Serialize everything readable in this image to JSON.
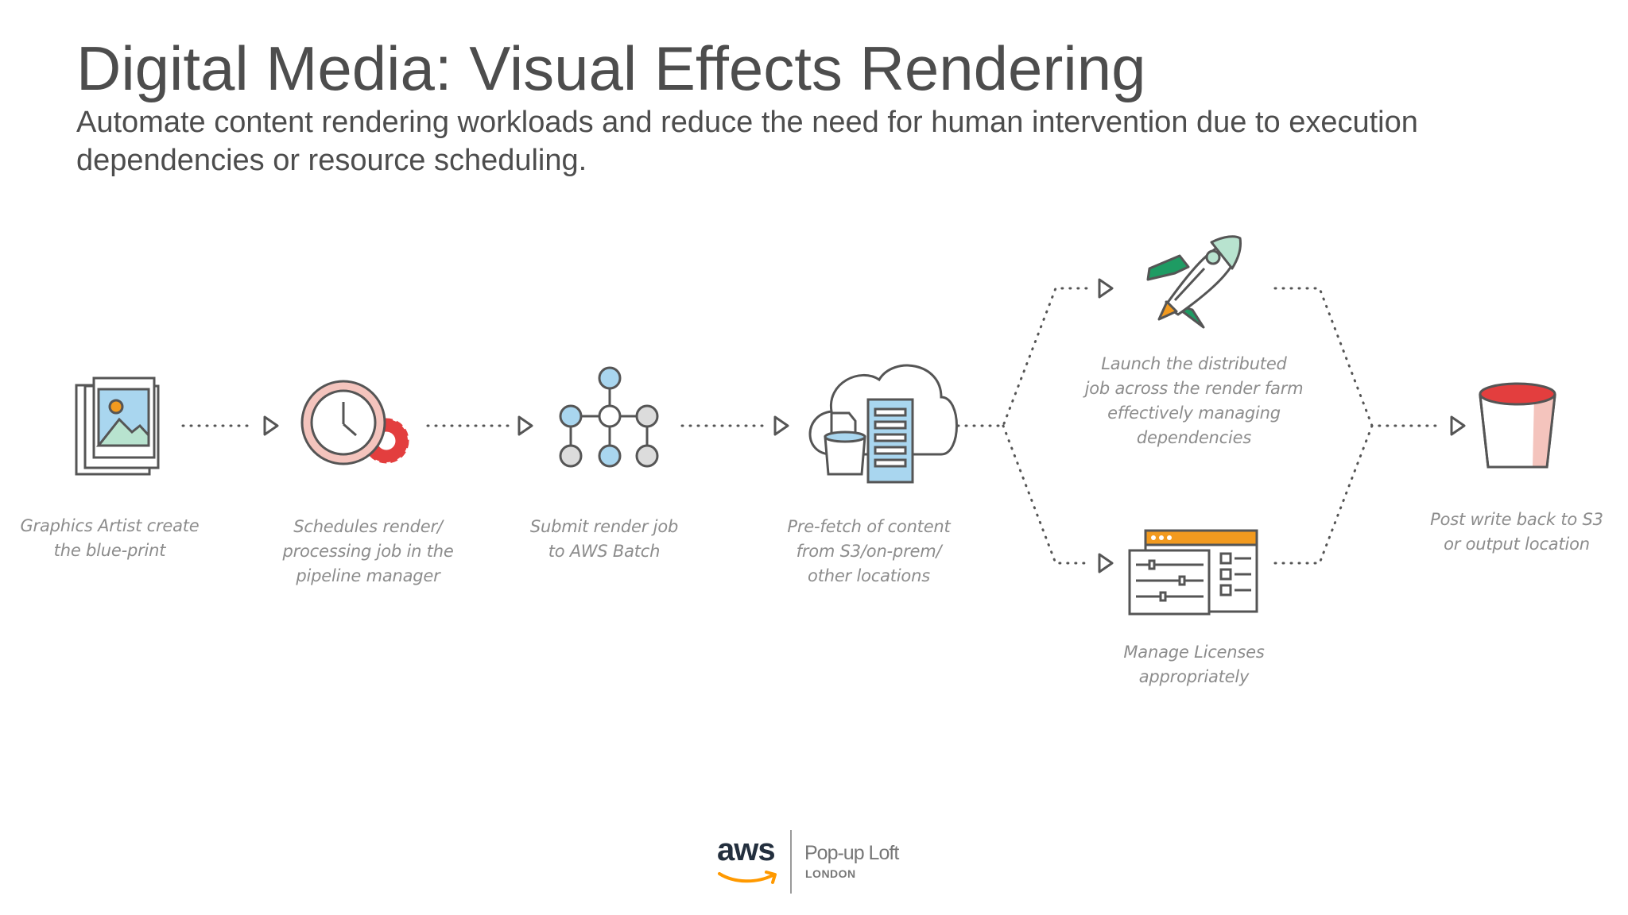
{
  "slide": {
    "title": "Digital Media: Visual Effects Rendering",
    "subtitle": " Automate content rendering workloads and reduce the need for human intervention due to execution dependencies or resource scheduling."
  },
  "steps": [
    {
      "id": "artist",
      "icon": "image-stack-icon",
      "label_lines": [
        "Graphics Artist create",
        "the blue-print"
      ]
    },
    {
      "id": "schedule",
      "icon": "clock-gear-icon",
      "label_lines": [
        "Schedules render/",
        "processing job in the",
        "pipeline manager"
      ]
    },
    {
      "id": "submit",
      "icon": "node-tree-icon",
      "label_lines": [
        "Submit render job",
        "to AWS Batch"
      ]
    },
    {
      "id": "prefetch",
      "icon": "cloud-storage-icon",
      "label_lines": [
        "Pre-fetch of content",
        "from S3/on-prem/",
        "other locations"
      ]
    },
    {
      "id": "launch",
      "icon": "rocket-icon",
      "label_lines": [
        "Launch the distributed",
        "job across the render farm",
        "effectively managing",
        "dependencies"
      ]
    },
    {
      "id": "licenses",
      "icon": "license-window-icon",
      "label_lines": [
        "Manage Licenses",
        "appropriately"
      ]
    },
    {
      "id": "writeback",
      "icon": "s3-bucket-icon",
      "label_lines": [
        "Post write back to S3",
        "or output location"
      ]
    }
  ],
  "colors": {
    "text": "#4d4d4d",
    "label": "#8c8c8c",
    "outline": "#555555",
    "blue": "#a9d6ef",
    "pink": "#f4c4bd",
    "red": "#e33e3e",
    "green": "#1e9b63",
    "mint": "#b8e3cf",
    "orange": "#f29a1f",
    "aws_orange": "#ff9900"
  },
  "footer": {
    "brand": "aws",
    "loft_name": "Pop-up Loft",
    "loft_city": "LONDON"
  }
}
